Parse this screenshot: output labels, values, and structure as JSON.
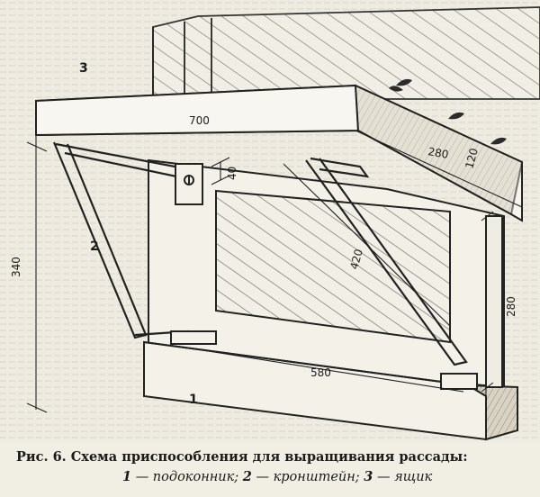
{
  "diagram": {
    "dimensions": {
      "box_length": "700",
      "box_width": "280",
      "box_height": "120",
      "bracket_gap": "40",
      "brace_length": "420",
      "total_height": "340",
      "window_height": "280",
      "sill_length": "580"
    },
    "part_labels": {
      "sill": "1",
      "bracket": "2",
      "box": "3"
    }
  },
  "caption": {
    "title": "Рис. 6. Схема приспособления для выращивания рассады:",
    "item1_num": "1",
    "item1_text": " — подоконник; ",
    "item2_num": "2",
    "item2_text": " — кронштейн; ",
    "item3_num": "3",
    "item3_text": " — ящик"
  }
}
